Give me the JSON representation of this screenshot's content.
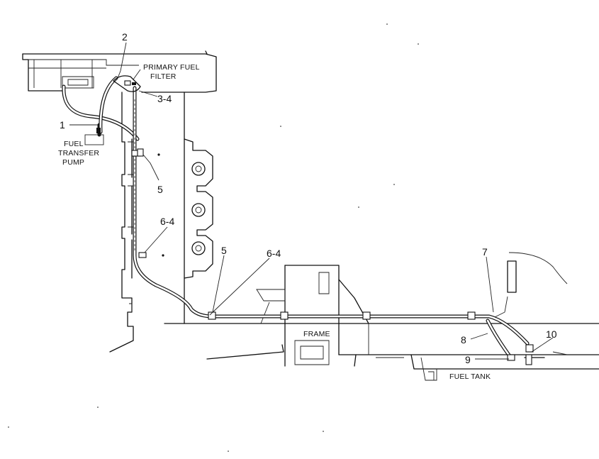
{
  "callouts": {
    "c1": "1",
    "c2": "2",
    "c3": "3-4",
    "c5a": "5",
    "c6a": "6-4",
    "c5b": "5",
    "c6b": "6-4",
    "c7": "7",
    "c8": "8",
    "c9": "9",
    "c10": "10"
  },
  "labels": {
    "primary_filter_line1": "PRIMARY FUEL",
    "primary_filter_line2": "FILTER",
    "transfer_pump_line1": "FUEL",
    "transfer_pump_line2": "TRANSFER",
    "transfer_pump_line3": "PUMP",
    "frame": "FRAME",
    "fuel_tank": "FUEL TANK"
  }
}
